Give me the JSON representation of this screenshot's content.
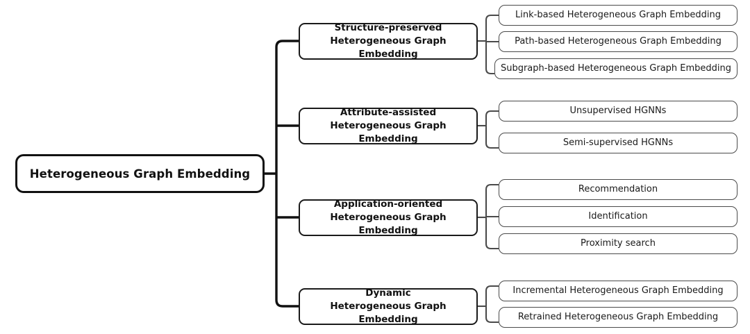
{
  "diagram": {
    "type": "tree-taxonomy",
    "title": "Heterogeneous Graph Embedding",
    "colors": {
      "background": "#ffffff",
      "root_border": "#111111",
      "category_border": "#1a1a1a",
      "leaf_border": "#4a4a4a",
      "text": "#111111",
      "trunk_stroke": "#111111",
      "branch_stroke": "#4a4a4a"
    },
    "root": {
      "label": "Heterogeneous Graph Embedding"
    },
    "categories": [
      {
        "line1": "Structure-preserved",
        "line2": "Heterogeneous Graph Embedding",
        "children": [
          {
            "label": "Link-based Heterogeneous Graph Embedding"
          },
          {
            "label": "Path-based Heterogeneous Graph Embedding"
          },
          {
            "label": "Subgraph-based Heterogeneous Graph Embedding"
          }
        ]
      },
      {
        "line1": "Attribute-assisted",
        "line2": "Heterogeneous Graph Embedding",
        "children": [
          {
            "label": "Unsupervised HGNNs"
          },
          {
            "label": "Semi-supervised HGNNs"
          }
        ]
      },
      {
        "line1": "Application-oriented",
        "line2": "Heterogeneous Graph Embedding",
        "children": [
          {
            "label": "Recommendation"
          },
          {
            "label": "Identification"
          },
          {
            "label": "Proximity search"
          }
        ]
      },
      {
        "line1": "Dynamic",
        "line2": "Heterogeneous Graph Embedding",
        "children": [
          {
            "label": "Incremental Heterogeneous Graph Embedding"
          },
          {
            "label": "Retrained Heterogeneous Graph Embedding"
          }
        ]
      }
    ]
  }
}
